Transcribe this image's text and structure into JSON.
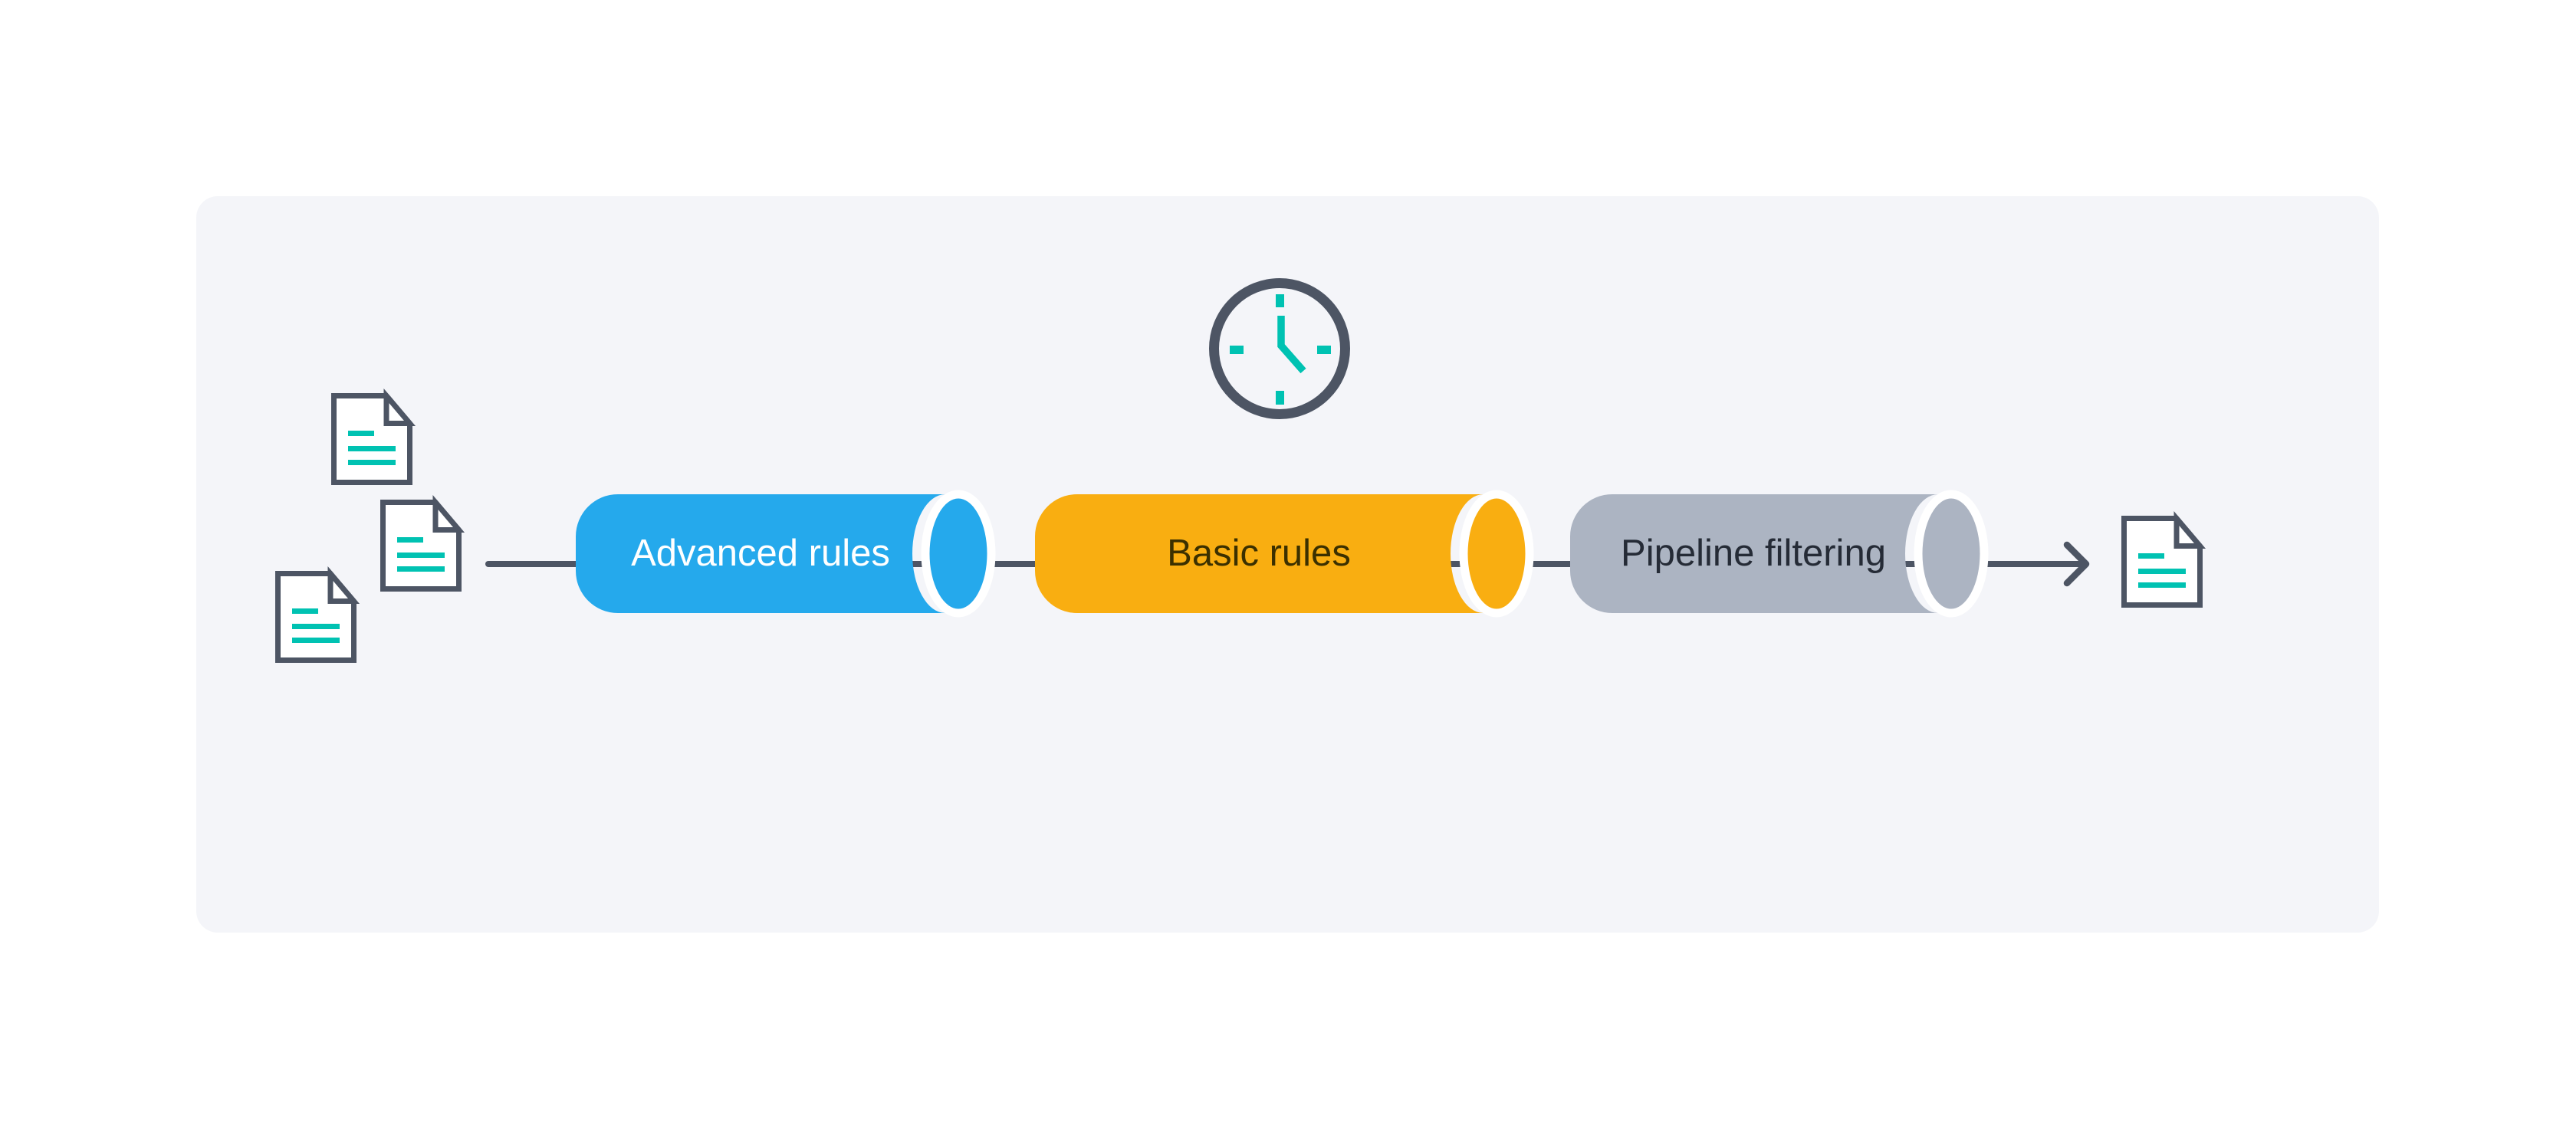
{
  "colors": {
    "page_bg": "#FFFFFF",
    "panel_bg": "#F4F5F9",
    "outline_slate": "#4D5564",
    "teal": "#00C2B2",
    "pipe_blue": "#25A9EC",
    "pipe_amber": "#F9AE11",
    "pipe_gray": "#ACB4C2",
    "label_on_blue": "#FFFFFF",
    "label_on_amber": "#3B3000",
    "label_on_gray": "#252B36",
    "doc_fill": "#FFFFFF"
  },
  "diagram": {
    "pipes": [
      {
        "id": "advanced-rules",
        "label": "Advanced rules"
      },
      {
        "id": "basic-rules",
        "label": "Basic rules"
      },
      {
        "id": "pipeline-filtering",
        "label": "Pipeline filtering"
      }
    ],
    "input_document_count": 3,
    "output_document_count": 1,
    "icons": [
      "document-icon",
      "clock-icon",
      "arrow-right-icon"
    ]
  }
}
